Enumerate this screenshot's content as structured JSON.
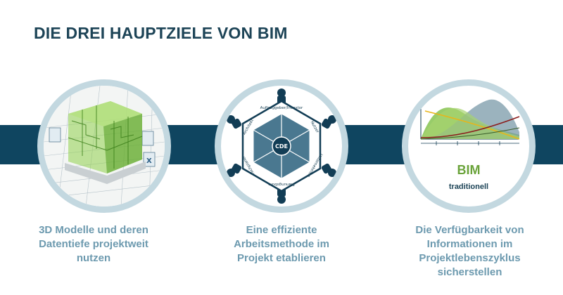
{
  "title": "DIE DREI HAUPTZIELE VON BIM",
  "items": [
    {
      "caption_lines": [
        "3D Modelle und deren",
        "Datentiefe projektweit",
        "nutzen"
      ],
      "image_icon": "building-3d-model-icon"
    },
    {
      "caption_lines": [
        "Eine effiziente",
        "Arbeitsmethode im",
        "Projekt etablieren"
      ],
      "image_icon": "cde-hexagon-diagram-icon"
    },
    {
      "caption_lines": [
        "Die Verfügbarkeit von",
        "Informationen im",
        "Projektlebenszyklus",
        "sicherstellen"
      ],
      "image_icon": "lifecycle-curve-chart-icon"
    }
  ],
  "diagram": {
    "center": "CDE",
    "segments": [
      "Auftraggeber/Investor",
      "Nutzer",
      "Unternehmen",
      "Planungsbüro",
      "Fachplaner",
      "Architekt"
    ]
  },
  "chart": {
    "label_bim": "BIM",
    "label_traditional": "traditionell"
  },
  "colors": {
    "title": "#1d4457",
    "band": "#0f4560",
    "circle_border": "#c3d8e0",
    "caption": "#6d9aaf",
    "bim_green": "#6aa33a"
  }
}
